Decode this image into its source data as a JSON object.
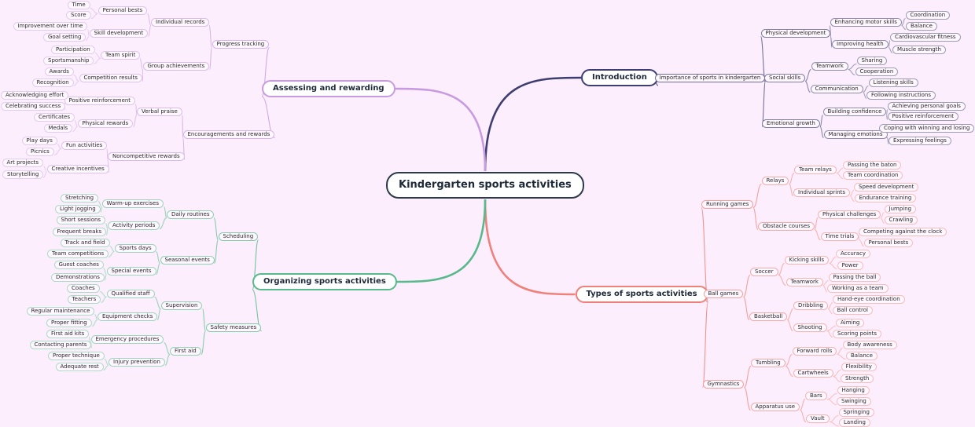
{
  "root": {
    "id": "root",
    "label": "Kindergarten sports activities"
  },
  "branches": [
    {
      "id": "intro",
      "label": "Introduction",
      "color": "#3d3d70",
      "side": "right",
      "children": [
        {
          "id": "intro-importance",
          "label": "Importance of sports in kindergarten",
          "children": [
            {
              "id": "intro-physdev",
              "label": "Physical development",
              "children": [
                {
                  "id": "intro-motor",
                  "label": "Enhancing motor skills",
                  "children": [
                    {
                      "id": "intro-coord",
                      "label": "Coordination"
                    },
                    {
                      "id": "intro-balance",
                      "label": "Balance"
                    }
                  ]
                },
                {
                  "id": "intro-health",
                  "label": "Improving health",
                  "children": [
                    {
                      "id": "intro-cardio",
                      "label": "Cardiovascular fitness"
                    },
                    {
                      "id": "intro-muscle",
                      "label": "Muscle strength"
                    }
                  ]
                }
              ]
            },
            {
              "id": "intro-social",
              "label": "Social skills",
              "children": [
                {
                  "id": "intro-teamwork",
                  "label": "Teamwork",
                  "children": [
                    {
                      "id": "intro-sharing",
                      "label": "Sharing"
                    },
                    {
                      "id": "intro-coop",
                      "label": "Cooperation"
                    }
                  ]
                },
                {
                  "id": "intro-comm",
                  "label": "Communication",
                  "children": [
                    {
                      "id": "intro-listen",
                      "label": "Listening skills"
                    },
                    {
                      "id": "intro-follow",
                      "label": "Following instructions"
                    }
                  ]
                }
              ]
            },
            {
              "id": "intro-emo",
              "label": "Emotional growth",
              "children": [
                {
                  "id": "intro-confidence",
                  "label": "Building confidence",
                  "children": [
                    {
                      "id": "intro-goals",
                      "label": "Achieving personal goals"
                    },
                    {
                      "id": "intro-posrein",
                      "label": "Positive reinforcement"
                    }
                  ]
                },
                {
                  "id": "intro-manage",
                  "label": "Managing emotions",
                  "children": [
                    {
                      "id": "intro-coping",
                      "label": "Coping with winning and losing"
                    },
                    {
                      "id": "intro-express",
                      "label": "Expressing feelings"
                    }
                  ]
                }
              ]
            }
          ]
        }
      ]
    },
    {
      "id": "types",
      "label": "Types of sports activities",
      "color": "#f0807a",
      "side": "right",
      "children": [
        {
          "id": "types-running",
          "label": "Running games",
          "children": [
            {
              "id": "types-relays",
              "label": "Relays",
              "children": [
                {
                  "id": "types-teamrelays",
                  "label": "Team relays",
                  "children": [
                    {
                      "id": "types-baton",
                      "label": "Passing the baton"
                    },
                    {
                      "id": "types-teamcoord",
                      "label": "Team coordination"
                    }
                  ]
                },
                {
                  "id": "types-sprints",
                  "label": "Individual sprints",
                  "children": [
                    {
                      "id": "types-speed",
                      "label": "Speed development"
                    },
                    {
                      "id": "types-endurance",
                      "label": "Endurance training"
                    }
                  ]
                }
              ]
            },
            {
              "id": "types-obstacle",
              "label": "Obstacle courses",
              "children": [
                {
                  "id": "types-challenges",
                  "label": "Physical challenges",
                  "children": [
                    {
                      "id": "types-jumping",
                      "label": "Jumping"
                    },
                    {
                      "id": "types-crawling",
                      "label": "Crawling"
                    }
                  ]
                },
                {
                  "id": "types-trials",
                  "label": "Time trials",
                  "children": [
                    {
                      "id": "types-clock",
                      "label": "Competing against the clock"
                    },
                    {
                      "id": "types-pb",
                      "label": "Personal bests"
                    }
                  ]
                }
              ]
            }
          ]
        },
        {
          "id": "types-ball",
          "label": "Ball games",
          "children": [
            {
              "id": "types-soccer",
              "label": "Soccer",
              "children": [
                {
                  "id": "types-kicking",
                  "label": "Kicking skills",
                  "children": [
                    {
                      "id": "types-accuracy",
                      "label": "Accuracy"
                    },
                    {
                      "id": "types-power",
                      "label": "Power"
                    }
                  ]
                },
                {
                  "id": "types-soccerteam",
                  "label": "Teamwork",
                  "children": [
                    {
                      "id": "types-passball",
                      "label": "Passing the ball"
                    },
                    {
                      "id": "types-asteam",
                      "label": "Working as a team"
                    }
                  ]
                }
              ]
            },
            {
              "id": "types-basketball",
              "label": "Basketball",
              "children": [
                {
                  "id": "types-dribbling",
                  "label": "Dribbling",
                  "children": [
                    {
                      "id": "types-handeye",
                      "label": "Hand-eye coordination"
                    },
                    {
                      "id": "types-ballcontrol",
                      "label": "Ball control"
                    }
                  ]
                },
                {
                  "id": "types-shooting",
                  "label": "Shooting",
                  "children": [
                    {
                      "id": "types-aiming",
                      "label": "Aiming"
                    },
                    {
                      "id": "types-scoring",
                      "label": "Scoring points"
                    }
                  ]
                }
              ]
            }
          ]
        },
        {
          "id": "types-gym",
          "label": "Gymnastics",
          "children": [
            {
              "id": "types-tumbling",
              "label": "Tumbling",
              "children": [
                {
                  "id": "types-rolls",
                  "label": "Forward rolls",
                  "children": [
                    {
                      "id": "types-awareness",
                      "label": "Body awareness"
                    },
                    {
                      "id": "types-gymbalance",
                      "label": "Balance"
                    }
                  ]
                },
                {
                  "id": "types-cartwheels",
                  "label": "Cartwheels",
                  "children": [
                    {
                      "id": "types-flex",
                      "label": "Flexibility"
                    },
                    {
                      "id": "types-strength",
                      "label": "Strength"
                    }
                  ]
                }
              ]
            },
            {
              "id": "types-apparatus",
              "label": "Apparatus use",
              "children": [
                {
                  "id": "types-bars",
                  "label": "Bars",
                  "children": [
                    {
                      "id": "types-hanging",
                      "label": "Hanging"
                    },
                    {
                      "id": "types-swinging",
                      "label": "Swinging"
                    }
                  ]
                },
                {
                  "id": "types-vault",
                  "label": "Vault",
                  "children": [
                    {
                      "id": "types-springing",
                      "label": "Springing"
                    },
                    {
                      "id": "types-landing",
                      "label": "Landing"
                    }
                  ]
                }
              ]
            }
          ]
        }
      ]
    },
    {
      "id": "assess",
      "label": "Assessing and rewarding",
      "color": "#c79be0",
      "side": "left",
      "children": [
        {
          "id": "assess-progress",
          "label": "Progress tracking",
          "children": [
            {
              "id": "assess-records",
              "label": "Individual records",
              "children": [
                {
                  "id": "assess-pb",
                  "label": "Personal bests",
                  "children": [
                    {
                      "id": "assess-time",
                      "label": "Time"
                    },
                    {
                      "id": "assess-score",
                      "label": "Score"
                    }
                  ]
                },
                {
                  "id": "assess-skilldev",
                  "label": "Skill development",
                  "children": [
                    {
                      "id": "assess-improve",
                      "label": "Improvement over time"
                    },
                    {
                      "id": "assess-goalset",
                      "label": "Goal setting"
                    }
                  ]
                }
              ]
            },
            {
              "id": "assess-group",
              "label": "Group achievements",
              "children": [
                {
                  "id": "assess-spirit",
                  "label": "Team spirit",
                  "children": [
                    {
                      "id": "assess-particip",
                      "label": "Participation"
                    },
                    {
                      "id": "assess-sportsman",
                      "label": "Sportsmanship"
                    }
                  ]
                },
                {
                  "id": "assess-comp",
                  "label": "Competition results",
                  "children": [
                    {
                      "id": "assess-awards",
                      "label": "Awards"
                    },
                    {
                      "id": "assess-recog",
                      "label": "Recognition"
                    }
                  ]
                }
              ]
            }
          ]
        },
        {
          "id": "assess-encourage",
          "label": "Encouragements and rewards",
          "children": [
            {
              "id": "assess-verbal",
              "label": "Verbal praise",
              "children": [
                {
                  "id": "assess-posrein",
                  "label": "Positive reinforcement",
                  "children": [
                    {
                      "id": "assess-effort",
                      "label": "Acknowledging effort"
                    },
                    {
                      "id": "assess-success",
                      "label": "Celebrating success"
                    }
                  ]
                },
                {
                  "id": "assess-physrew",
                  "label": "Physical rewards",
                  "children": [
                    {
                      "id": "assess-cert",
                      "label": "Certificates"
                    },
                    {
                      "id": "assess-medals",
                      "label": "Medals"
                    }
                  ]
                }
              ]
            },
            {
              "id": "assess-noncomp",
              "label": "Noncompetitive rewards",
              "children": [
                {
                  "id": "assess-fun",
                  "label": "Fun activities",
                  "children": [
                    {
                      "id": "assess-play",
                      "label": "Play days"
                    },
                    {
                      "id": "assess-picnics",
                      "label": "Picnics"
                    }
                  ]
                },
                {
                  "id": "assess-creative",
                  "label": "Creative incentives",
                  "children": [
                    {
                      "id": "assess-art",
                      "label": "Art projects"
                    },
                    {
                      "id": "assess-story",
                      "label": "Storytelling"
                    }
                  ]
                }
              ]
            }
          ]
        }
      ]
    },
    {
      "id": "org",
      "label": "Organizing sports activities",
      "color": "#58b98a",
      "side": "left",
      "children": [
        {
          "id": "org-sched",
          "label": "Scheduling",
          "children": [
            {
              "id": "org-daily",
              "label": "Daily routines",
              "children": [
                {
                  "id": "org-warmup",
                  "label": "Warm-up exercises",
                  "children": [
                    {
                      "id": "org-stretch",
                      "label": "Stretching"
                    },
                    {
                      "id": "org-jog",
                      "label": "Light jogging"
                    }
                  ]
                },
                {
                  "id": "org-periods",
                  "label": "Activity periods",
                  "children": [
                    {
                      "id": "org-short",
                      "label": "Short sessions"
                    },
                    {
                      "id": "org-breaks",
                      "label": "Frequent breaks"
                    }
                  ]
                }
              ]
            },
            {
              "id": "org-seasonal",
              "label": "Seasonal events",
              "children": [
                {
                  "id": "org-sportsdays",
                  "label": "Sports days",
                  "children": [
                    {
                      "id": "org-track",
                      "label": "Track and field"
                    },
                    {
                      "id": "org-teamcomp",
                      "label": "Team competitions"
                    }
                  ]
                },
                {
                  "id": "org-special",
                  "label": "Special events",
                  "children": [
                    {
                      "id": "org-guest",
                      "label": "Guest coaches"
                    },
                    {
                      "id": "org-demo",
                      "label": "Demonstrations"
                    }
                  ]
                }
              ]
            }
          ]
        },
        {
          "id": "org-safety",
          "label": "Safety measures",
          "children": [
            {
              "id": "org-supervision",
              "label": "Supervision",
              "children": [
                {
                  "id": "org-staff",
                  "label": "Qualified staff",
                  "children": [
                    {
                      "id": "org-coaches",
                      "label": "Coaches"
                    },
                    {
                      "id": "org-teachers",
                      "label": "Teachers"
                    }
                  ]
                },
                {
                  "id": "org-equip",
                  "label": "Equipment checks",
                  "children": [
                    {
                      "id": "org-maint",
                      "label": "Regular maintenance"
                    },
                    {
                      "id": "org-fitting",
                      "label": "Proper fitting"
                    }
                  ]
                }
              ]
            },
            {
              "id": "org-firstaid",
              "label": "First aid",
              "children": [
                {
                  "id": "org-emerg",
                  "label": "Emergency procedures",
                  "children": [
                    {
                      "id": "org-kits",
                      "label": "First aid kits"
                    },
                    {
                      "id": "org-parents",
                      "label": "Contacting parents"
                    }
                  ]
                },
                {
                  "id": "org-injury",
                  "label": "Injury prevention",
                  "children": [
                    {
                      "id": "org-technique",
                      "label": "Proper technique"
                    },
                    {
                      "id": "org-rest",
                      "label": "Adequate rest"
                    }
                  ]
                }
              ]
            }
          ]
        }
      ]
    }
  ]
}
